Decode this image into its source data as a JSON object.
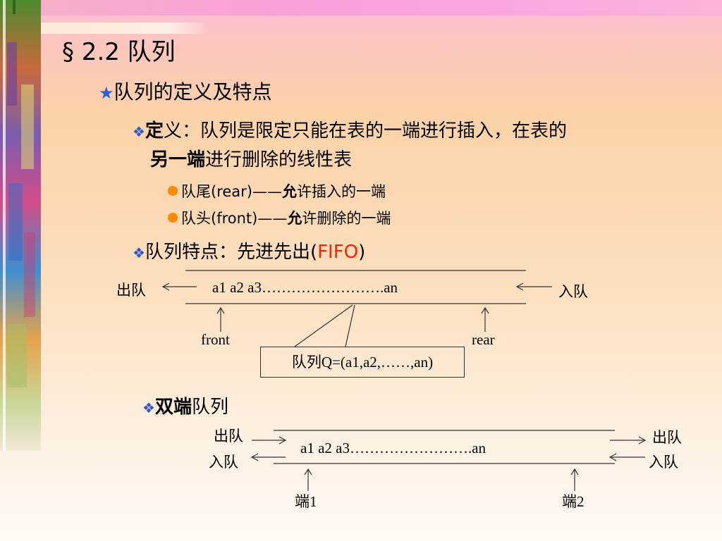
{
  "title": "§ 2.2 队列",
  "bullet1": {
    "symbol": "★",
    "text": "队列的定义及特点"
  },
  "definition": {
    "symbol": "❖",
    "term": "定",
    "rest_line1": "义：队列是限定只能在表的一端进行插入，在表的",
    "line2_bold": "另一端",
    "line2_rest": "进行删除的线性表"
  },
  "sub_items": [
    {
      "label": "队尾(rear)——",
      "bold": "允",
      "rest": "许插入的一端"
    },
    {
      "label": "队头(front)——",
      "bold": "允",
      "rest": "许删除的一端"
    }
  ],
  "feature": {
    "symbol": "❖",
    "text": "队列特点：先进先出(",
    "highlight": "FIFO",
    "close": ")"
  },
  "queue_diagram": {
    "out_label": "出队",
    "in_label": "入队",
    "elements": "a1    a2     a3…………………….an",
    "front_label": "front",
    "rear_label": "rear",
    "queue_caption": "队列Q=(a1,a2,……,an)"
  },
  "deque": {
    "symbol": "❖",
    "bold": "双端",
    "rest": "队列"
  },
  "deque_diagram": {
    "left_out": "出队",
    "left_in": "入队",
    "right_out": "出队",
    "right_in": "入队",
    "elements": "a1    a2     a3…………………….an",
    "end1": "端1",
    "end2": "端2"
  },
  "colors": {
    "star": "#2b5ed8",
    "diamond": "#3355cc",
    "dot": "#ff8a00",
    "fifo": "#ff2200"
  }
}
